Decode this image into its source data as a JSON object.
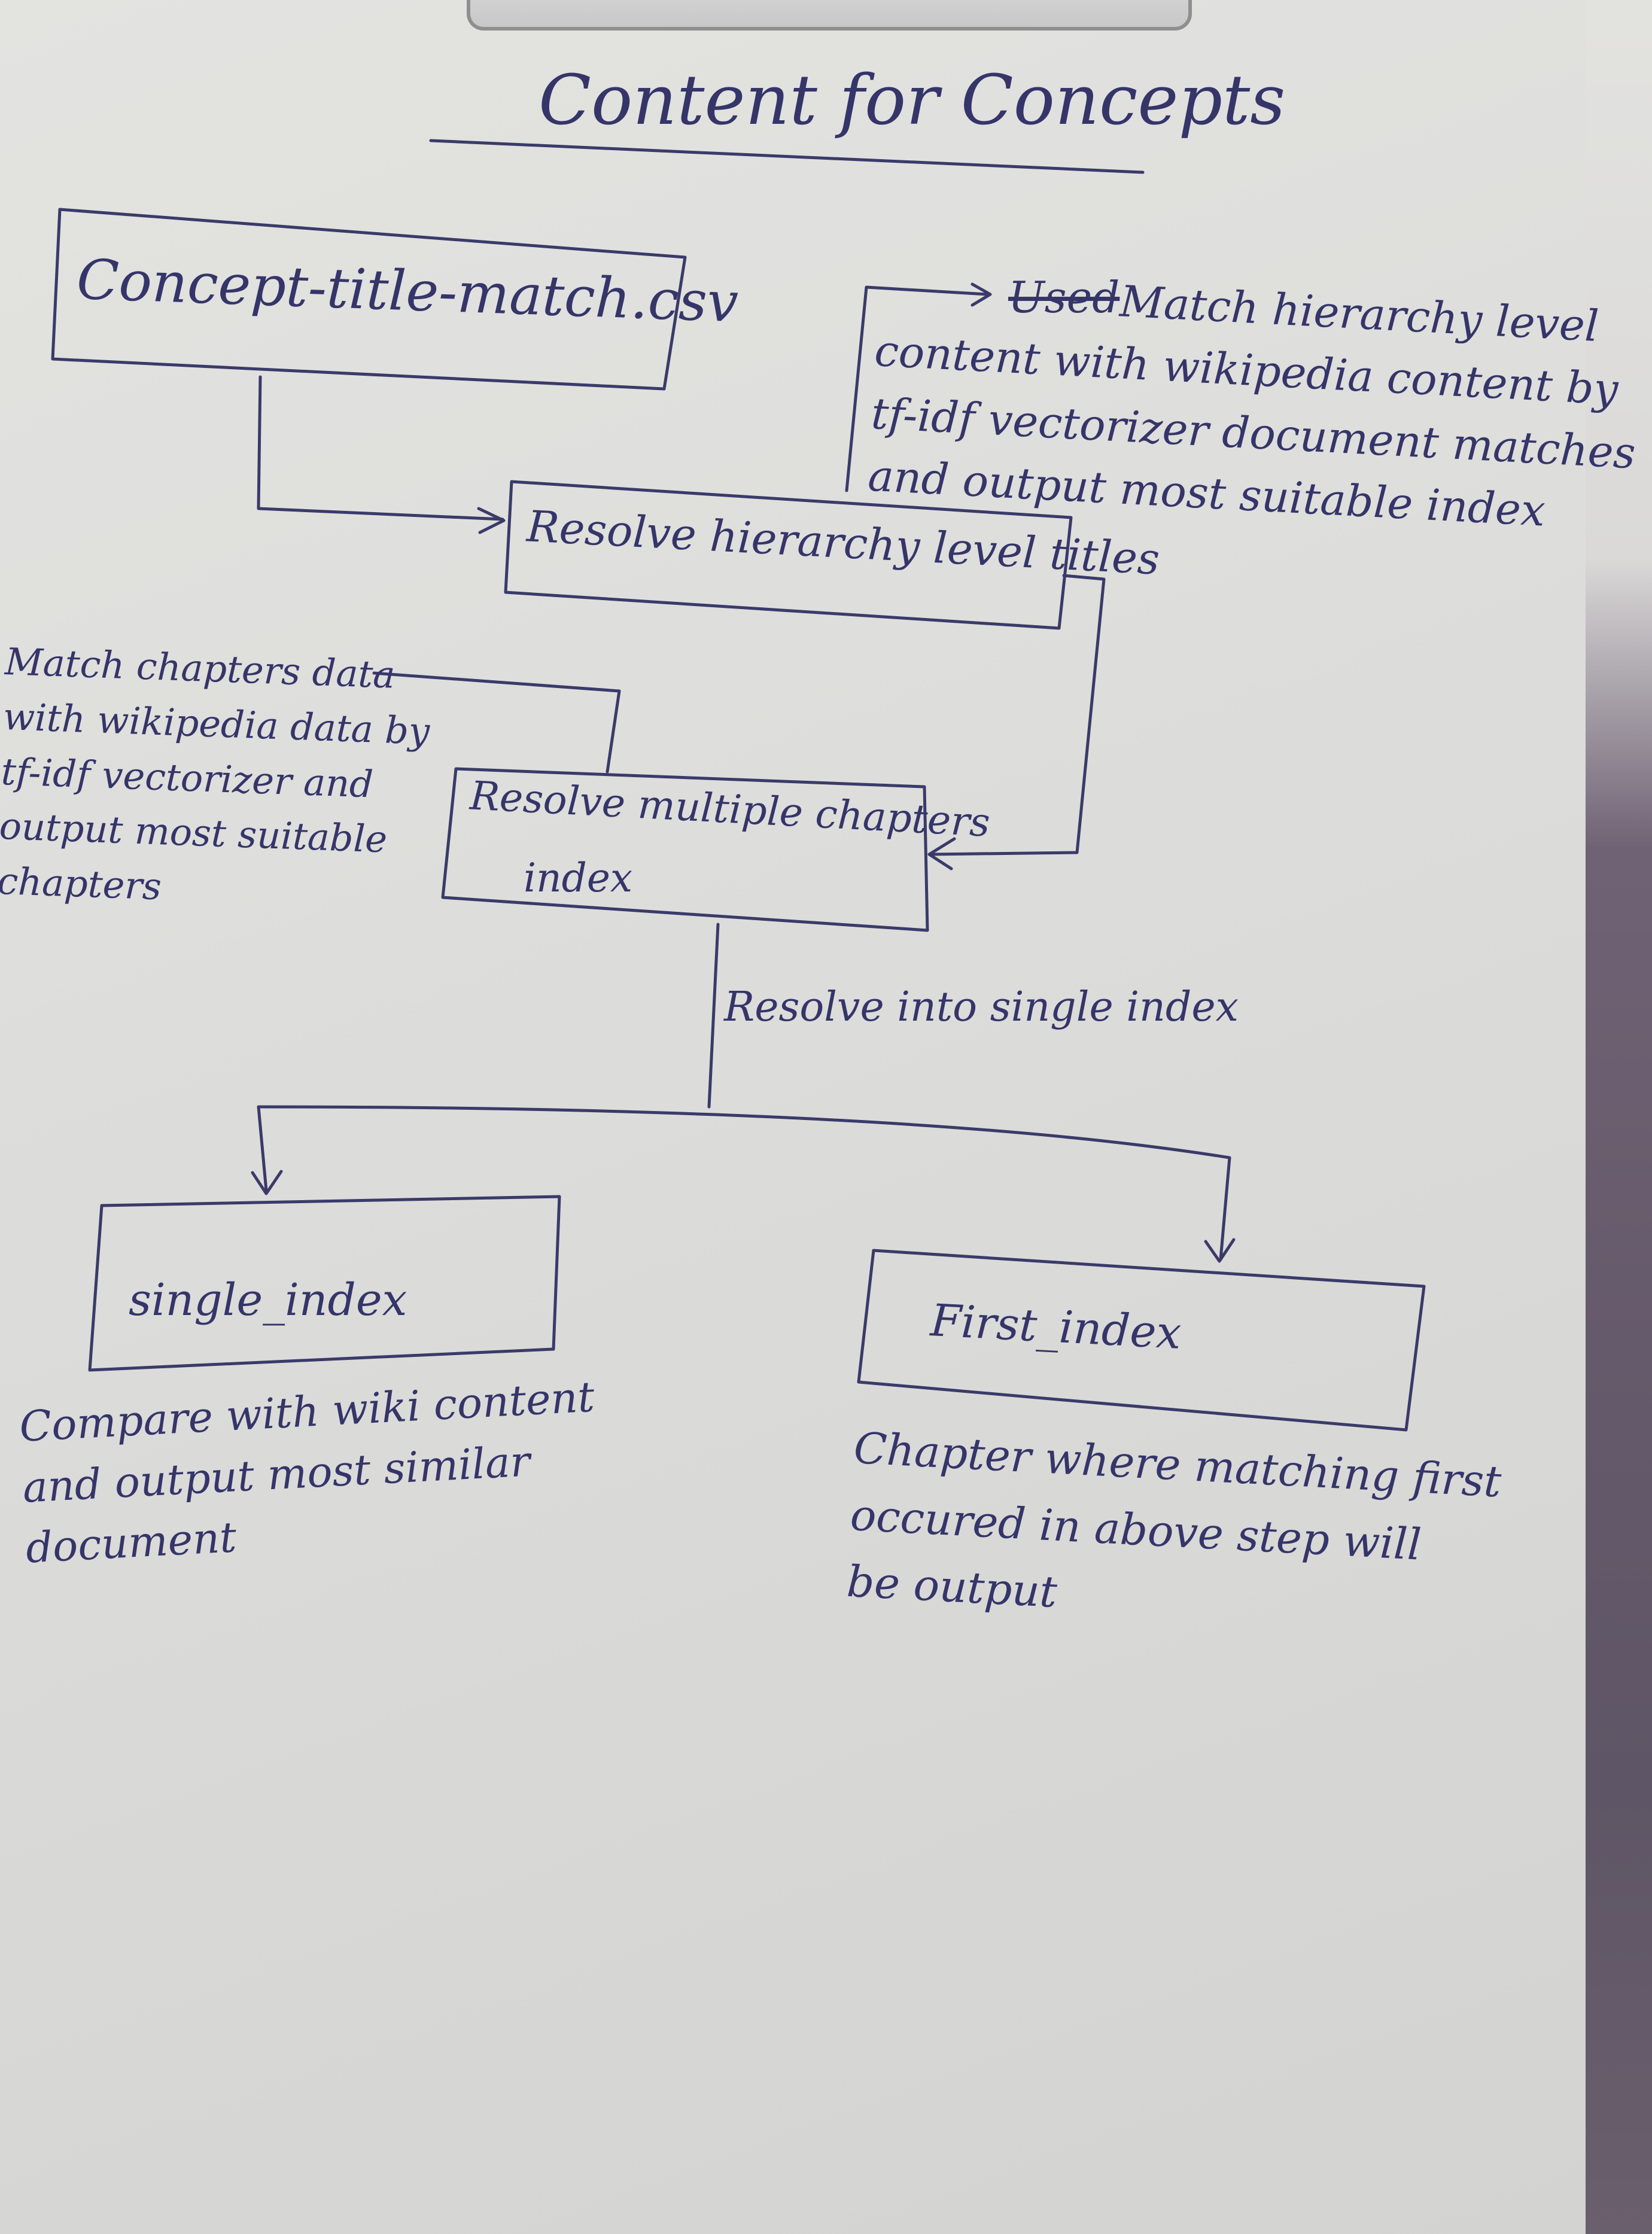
{
  "diagram": {
    "title": "Content for Concepts",
    "nodes": [
      {
        "id": "csv",
        "label": "Concept-title-match.csv"
      },
      {
        "id": "resolve-titles",
        "label": "Resolve hierarchy level titles"
      },
      {
        "id": "resolve-chapters",
        "label": "Resolve multiple chapters index"
      },
      {
        "id": "single-index",
        "label": "single_index"
      },
      {
        "id": "first-index",
        "label": "First_index"
      }
    ],
    "edges": [
      {
        "from": "csv",
        "to": "resolve-titles"
      },
      {
        "from": "resolve-titles",
        "to": "resolve-chapters"
      },
      {
        "from": "resolve-chapters",
        "to": "single-index",
        "label": "Resolve into single index"
      },
      {
        "from": "resolve-chapters",
        "to": "first-index",
        "label": "Resolve into single index"
      }
    ],
    "annotations": {
      "titles_note_struck": "Used",
      "titles_note": "Match hierarchy level\ncontent with wikipedia content by\ntf-idf vectorizer document matches\nand output most suitable index",
      "chapters_note": "Match chapters data\nwith wikipedia data by\ntf-idf vectorizer and\noutput most suitable\nchapters",
      "single_note": "Compare with wiki content\nand output most similar\ndocument",
      "first_note": "Chapter where matching first\noccured in above step will\nbe output"
    }
  }
}
